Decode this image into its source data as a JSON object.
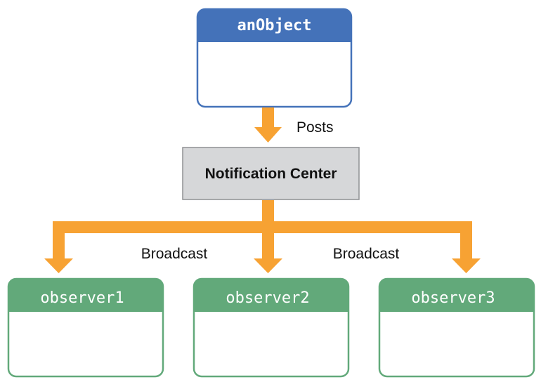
{
  "sender": {
    "title": "anObject",
    "header_color": "#4472b9"
  },
  "posts_label": "Posts",
  "center": {
    "title": "Notification Center",
    "fill_color": "#d6d7d9",
    "border_color": "#8f9193"
  },
  "broadcast_labels": [
    "Broadcast",
    "Broadcast"
  ],
  "observers": [
    {
      "title": "observer1"
    },
    {
      "title": "observer2"
    },
    {
      "title": "observer3"
    }
  ],
  "colors": {
    "arrow": "#f7a233",
    "observer_header": "#62a97a",
    "observer_border": "#62a97a"
  }
}
